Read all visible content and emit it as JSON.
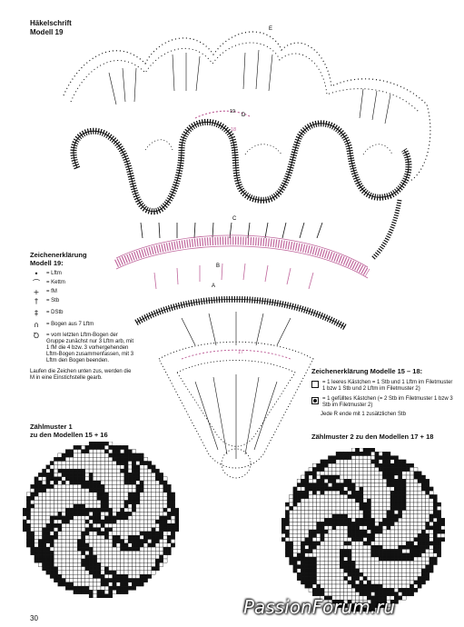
{
  "header": {
    "line1": "Häkelschrift",
    "line2": "Modell 19"
  },
  "diagram_labels": {
    "e": "E",
    "d": "D",
    "c": "C",
    "b": "B",
    "a": "A",
    "n19": "19",
    "n18": "18",
    "n17": "17"
  },
  "legend19": {
    "title_line1": "Zeichenerklärung",
    "title_line2": "Modell 19:",
    "items": [
      {
        "icon": "dot-icon",
        "symbol": "•",
        "text": "= Lftm"
      },
      {
        "icon": "slip-stitch-icon",
        "symbol": "⌒",
        "text": "= Kettm"
      },
      {
        "icon": "single-crochet-icon",
        "symbol": "+",
        "text": "= fM"
      },
      {
        "icon": "double-crochet-icon",
        "symbol": "†",
        "text": "= Stb"
      },
      {
        "icon": "treble-crochet-icon",
        "symbol": "‡",
        "text": "= DStb"
      },
      {
        "icon": "arch-icon",
        "symbol": "∩",
        "text": "= Bogen aus 7 Lftm"
      }
    ],
    "spiral_symbol": "Ꝺ",
    "spiral_text": "= vom letzten Lftm-Bogen der Gruppe zunächst nur 3 Lftm arb, mit 1 fM die 4 bzw. 3 vorhergehenden Lftm-Bogen zusammenfassen, mit 3 Lftm den Bogen beenden.",
    "note": "Laufen die Zeichen unten zus, werden die M in eine Einstichstelle gearb."
  },
  "legend1518": {
    "title": "Zeichenerklärung Modelle 15 – 18:",
    "empty_text": "= 1 leeres Kästchen = 1 Stb und 1 Lftm im Filetmuster 1 bzw 1 Stb und 2 Lftm im Filetmuster 2)",
    "filled_text": "= 1 gefülltes Kästchen (= 2 Stb im Filetmuster 1 bzw 3 Stb im Filetmuster 2)",
    "row_note": "Jede R ende mit 1 zusätzlichen Stb"
  },
  "chart1": {
    "line1": "Zählmuster 1",
    "line2": "zu den Modellen 15 + 16"
  },
  "chart2": {
    "line1": "Zählmuster 2 zu den Modellen 17 + 18"
  },
  "footer": {
    "page_number": "30",
    "watermark": "PassionForum.ru"
  },
  "colors": {
    "ink": "#111111",
    "accent": "#c0669c",
    "paper": "#ffffff"
  }
}
